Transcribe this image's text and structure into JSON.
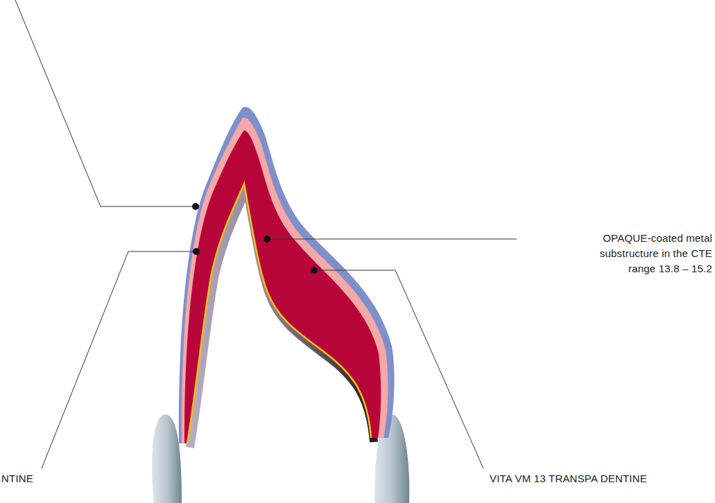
{
  "diagram": {
    "labels": [
      "OPAQUE-coated metal substructure in the CTE range 13.8 – 15.2",
      "NTINE",
      "VITA VM 13 TRANSPA DENTINE"
    ]
  }
}
